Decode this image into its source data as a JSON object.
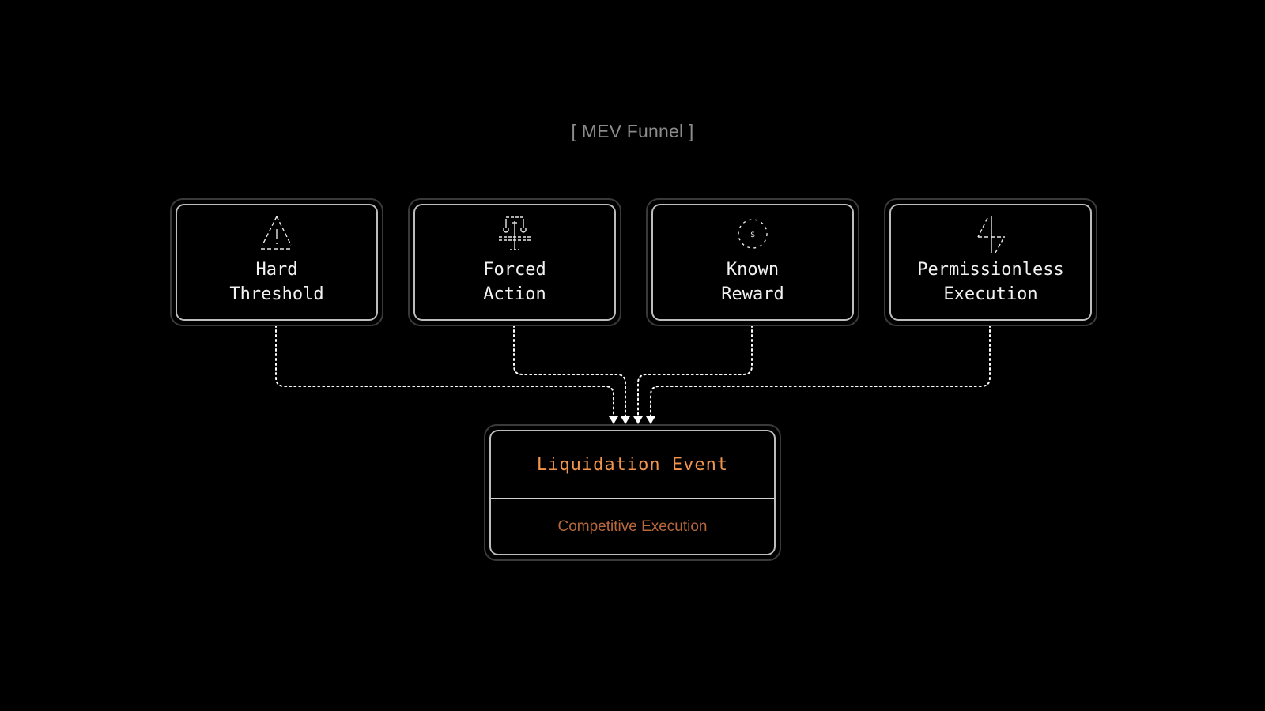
{
  "title": "[ MEV Funnel ]",
  "inputs": [
    {
      "id": "hard-threshold",
      "icon": "warning-triangle-icon",
      "label": "Hard\nThreshold"
    },
    {
      "id": "forced-action",
      "icon": "scales-icon",
      "label": "Forced\nAction"
    },
    {
      "id": "known-reward",
      "icon": "dollar-coin-icon",
      "label": "Known\nReward"
    },
    {
      "id": "permissionless-execution",
      "icon": "lightning-bolt-icon",
      "label": "Permissionless\nExecution"
    }
  ],
  "result": {
    "title": "Liquidation Event",
    "subtitle": "Competitive Execution"
  },
  "colors": {
    "background": "#000000",
    "title": "#8c8c8c",
    "accent": "#f4954e",
    "subtitle": "#b8683a",
    "border": "#bdbdbd",
    "connector": "#ffffff"
  }
}
